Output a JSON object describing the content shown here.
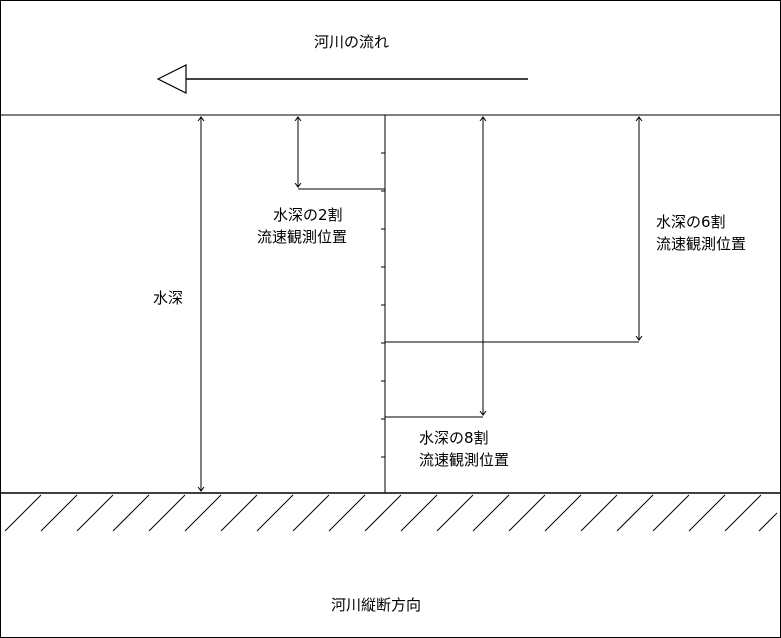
{
  "diagram": {
    "flow_label": "河川の流れ",
    "depth_label": "水深",
    "pos_20": {
      "line1": "水深の2割",
      "line2": "流速観測位置"
    },
    "pos_60": {
      "line1": "水深の6割",
      "line2": "流速観測位置"
    },
    "pos_80": {
      "line1": "水深の8割",
      "line2": "流速観測位置"
    },
    "bottom_label": "河川縦断方向"
  }
}
